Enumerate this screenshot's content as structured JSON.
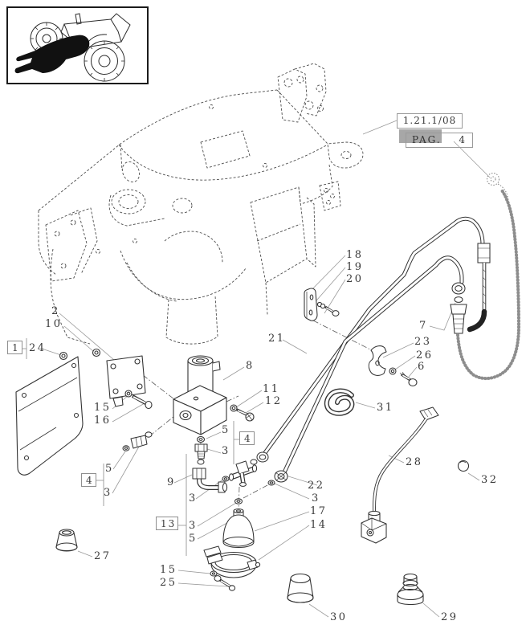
{
  "diagram": {
    "refs": {
      "code": "1.21.1/08",
      "page_label": "PAG.",
      "page_number": "4",
      "highlight_color": "#a7a7a7"
    },
    "thumbnail": {
      "icon": "tractor-front-hitch-thumbnail"
    },
    "callouts": [
      {
        "text": "18",
        "boxed": false
      },
      {
        "text": "19",
        "boxed": false
      },
      {
        "text": "20",
        "boxed": false
      },
      {
        "text": "21",
        "boxed": false
      },
      {
        "text": "7",
        "boxed": false
      },
      {
        "text": "23",
        "boxed": false
      },
      {
        "text": "26",
        "boxed": false
      },
      {
        "text": "6",
        "boxed": false
      },
      {
        "text": "2",
        "boxed": false
      },
      {
        "text": "10",
        "boxed": false
      },
      {
        "text": "1",
        "boxed": true
      },
      {
        "text": "24",
        "boxed": false
      },
      {
        "text": "15",
        "boxed": false
      },
      {
        "text": "16",
        "boxed": false
      },
      {
        "text": "8",
        "boxed": false
      },
      {
        "text": "11",
        "boxed": false
      },
      {
        "text": "12",
        "boxed": false
      },
      {
        "text": "5",
        "boxed": false
      },
      {
        "text": "4",
        "boxed": true
      },
      {
        "text": "3",
        "boxed": false
      },
      {
        "text": "5",
        "boxed": false
      },
      {
        "text": "4",
        "boxed": true
      },
      {
        "text": "3",
        "boxed": false
      },
      {
        "text": "9",
        "boxed": false
      },
      {
        "text": "3",
        "boxed": false
      },
      {
        "text": "13",
        "boxed": true
      },
      {
        "text": "3",
        "boxed": false
      },
      {
        "text": "5",
        "boxed": false
      },
      {
        "text": "22",
        "boxed": false
      },
      {
        "text": "3",
        "boxed": false
      },
      {
        "text": "17",
        "boxed": false
      },
      {
        "text": "14",
        "boxed": false
      },
      {
        "text": "15",
        "boxed": false
      },
      {
        "text": "25",
        "boxed": false
      },
      {
        "text": "27",
        "boxed": false
      },
      {
        "text": "31",
        "boxed": false
      },
      {
        "text": "28",
        "boxed": false
      },
      {
        "text": "32",
        "boxed": false
      },
      {
        "text": "30",
        "boxed": false
      },
      {
        "text": "29",
        "boxed": false
      }
    ],
    "colors": {
      "line": "#333333",
      "sketch_dash": "#4c4c4c",
      "leader": "#999999",
      "highlight": "#a7a7a7"
    }
  }
}
